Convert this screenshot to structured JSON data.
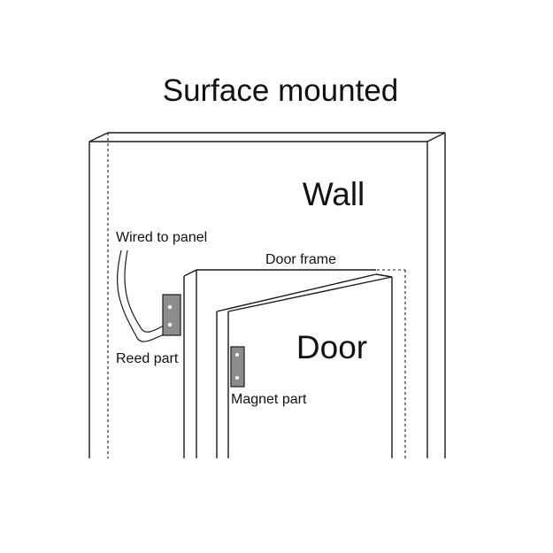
{
  "title": "Surface mounted",
  "labels": {
    "wall": "Wall",
    "door": "Door",
    "door_frame": "Door frame",
    "wired_to_panel": "Wired to panel",
    "reed_part": "Reed part",
    "magnet_part": "Magnet part"
  },
  "colors": {
    "line": "#1a1a1a",
    "sensor_fill": "#8c8c8c",
    "background": "#ffffff"
  }
}
